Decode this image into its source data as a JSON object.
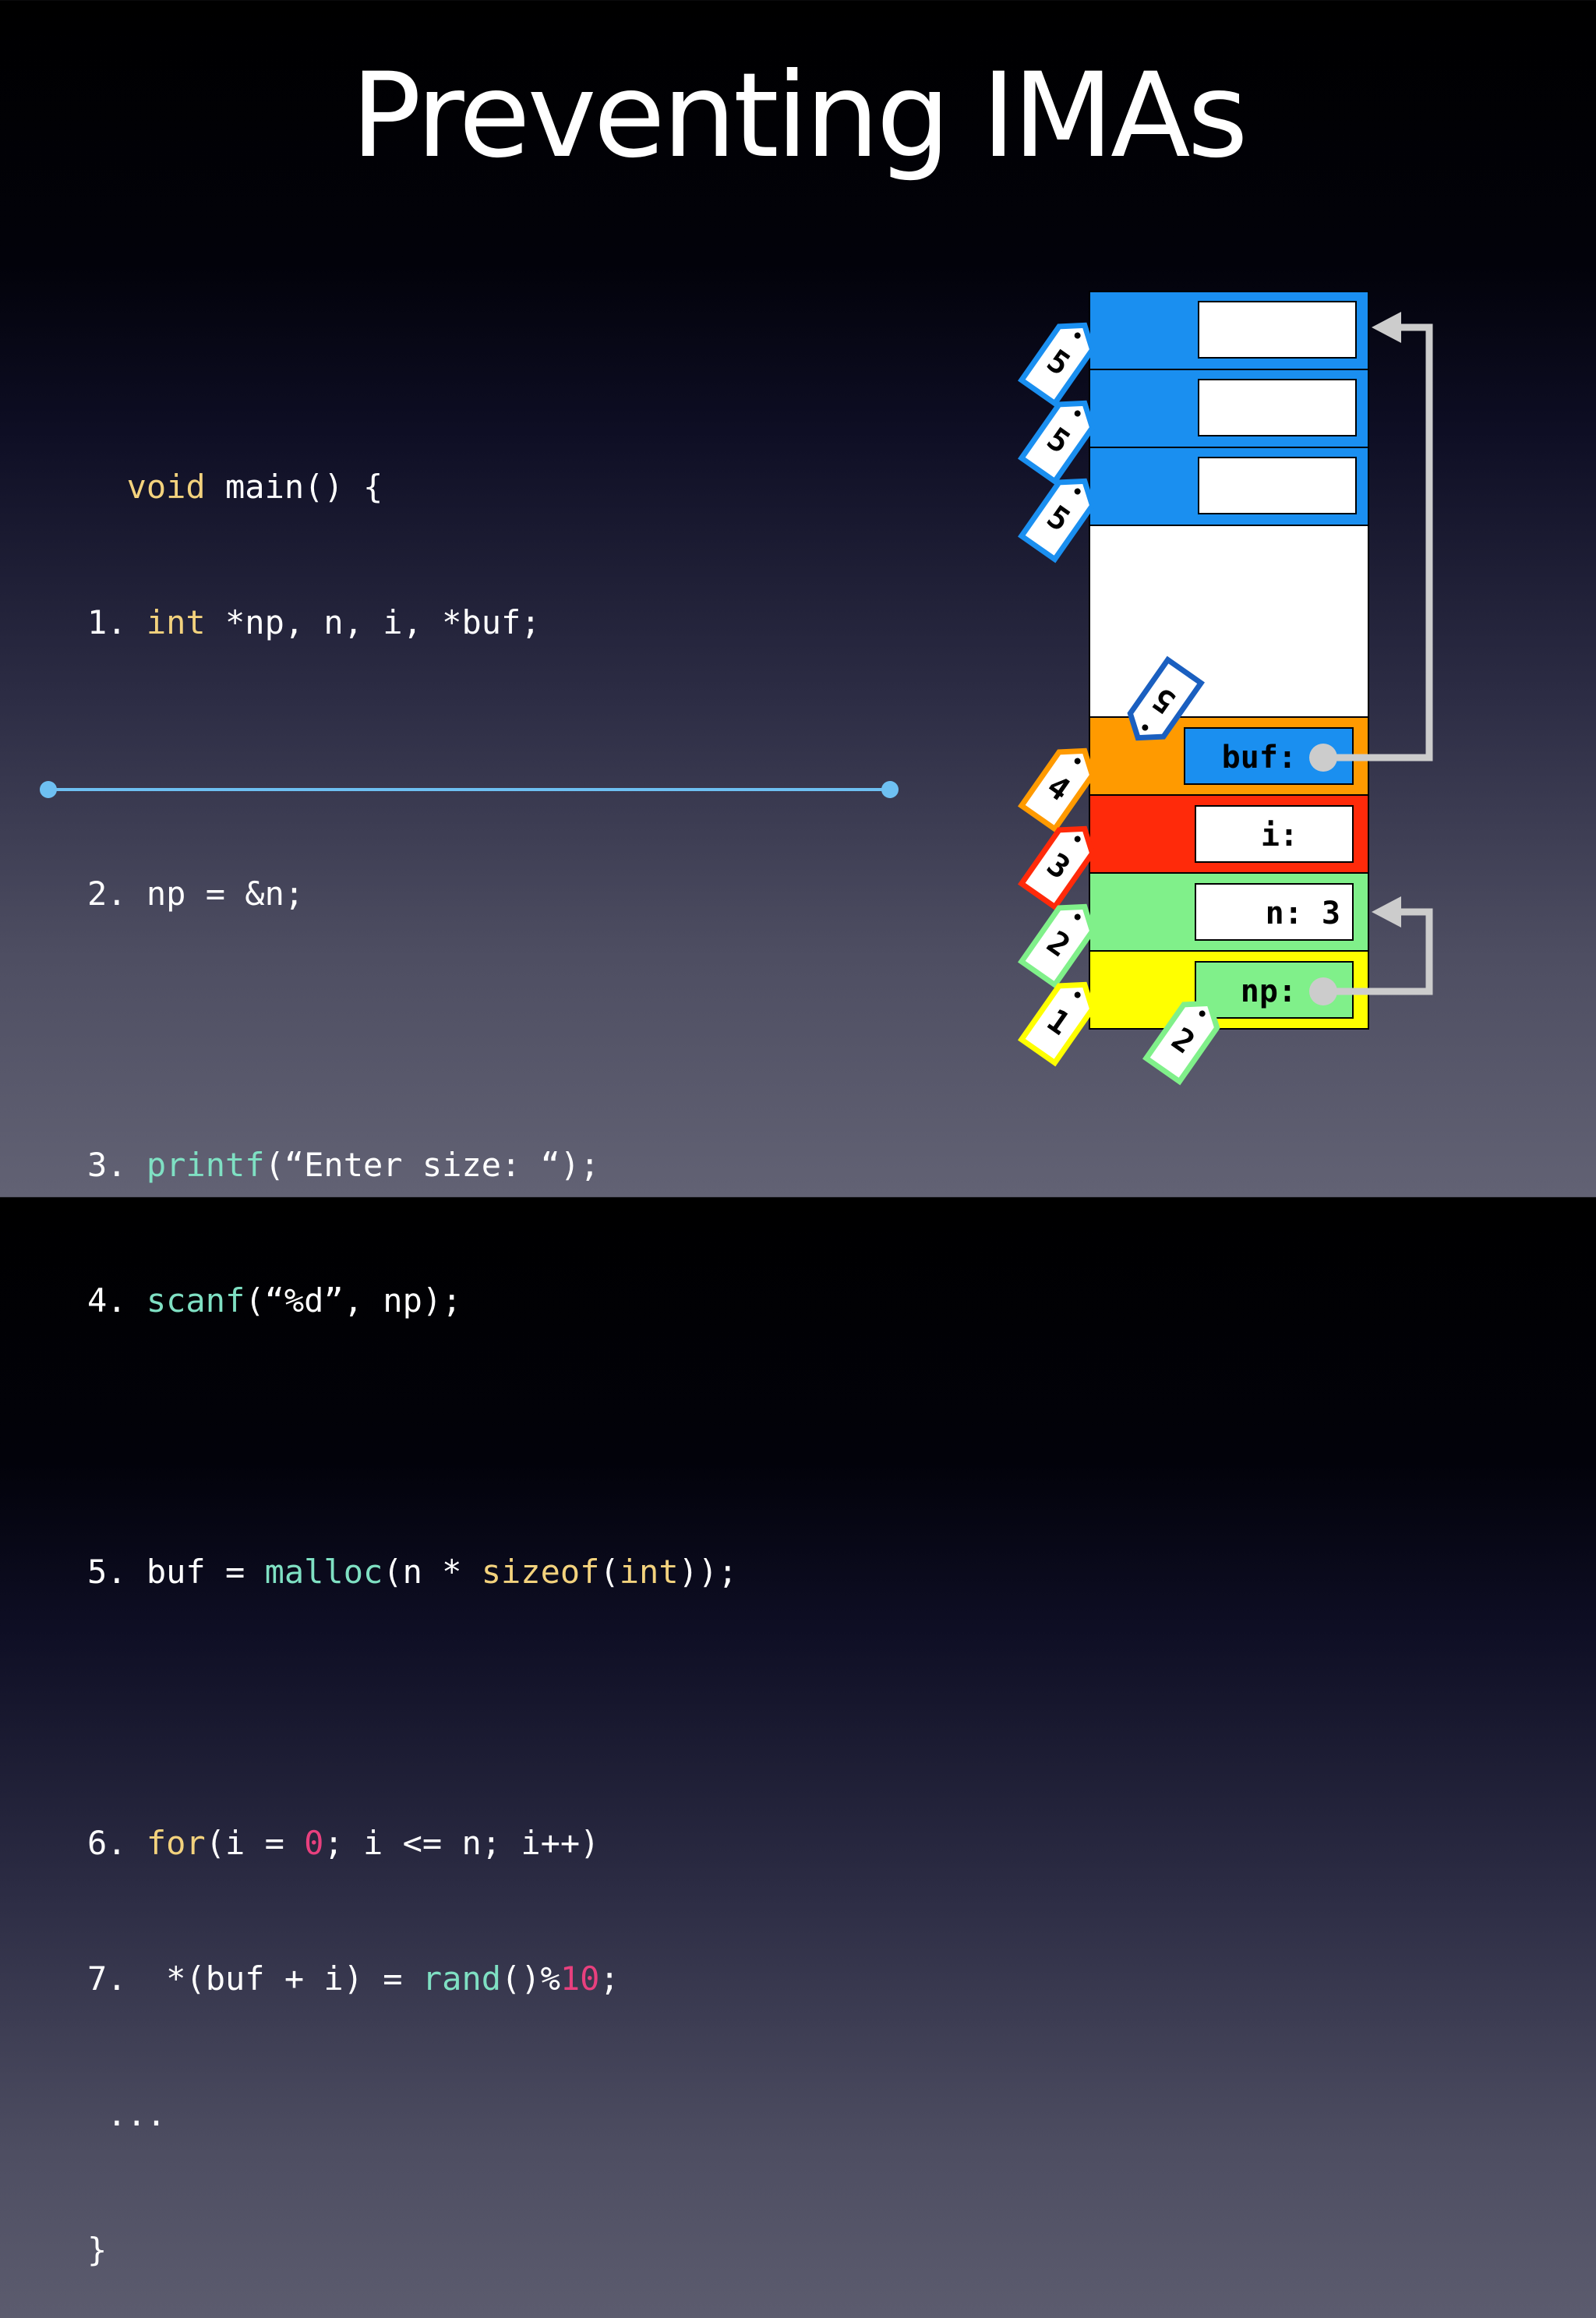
{
  "slide": {
    "title": "Preventing IMAs"
  },
  "code": {
    "line0": {
      "kw": "void",
      "rest": " main() {"
    },
    "line1": {
      "num": "1. ",
      "kw": "int",
      "rest": " *np, n, i, *buf;"
    },
    "line2": {
      "text": "2. np = &n;"
    },
    "line3": {
      "num": "3. ",
      "fn": "printf",
      "rest": "(“Enter size: “);"
    },
    "line4": {
      "num": "4. ",
      "fn": "scanf",
      "rest": "(“%d”, np);"
    },
    "line5": {
      "pre": "5. buf = ",
      "fn": "malloc",
      "mid": "(n * ",
      "kw": "sizeof",
      "paren": "(",
      "kw2": "int",
      "end": "));"
    },
    "line6": {
      "num": "6. ",
      "kw": "for",
      "a": "(i = ",
      "zero": "0",
      "b": "; i <= n; i++)"
    },
    "line7": {
      "pre": "7.  *(buf + i) = ",
      "fn": "rand",
      "mid": "()%",
      "ten": "10",
      "end": ";"
    },
    "line8": {
      "text": " ..."
    },
    "line9": {
      "text": "}"
    }
  },
  "memory": {
    "cells": [
      {
        "label": "",
        "color": "#1a8ff0"
      },
      {
        "label": "",
        "color": "#1a8ff0"
      },
      {
        "label": "",
        "color": "#1a8ff0"
      },
      {
        "label": "",
        "color": "#ffffff"
      },
      {
        "label": "buf:",
        "color": "#ff9a00"
      },
      {
        "label": "i:",
        "color": "#ff2a0a"
      },
      {
        "label": "n: 3",
        "color": "#80f08a"
      },
      {
        "label": "np:",
        "color": "#ffff00"
      }
    ],
    "tags": [
      "5",
      "5",
      "5",
      "5",
      "4",
      "3",
      "2",
      "1",
      "2"
    ]
  }
}
